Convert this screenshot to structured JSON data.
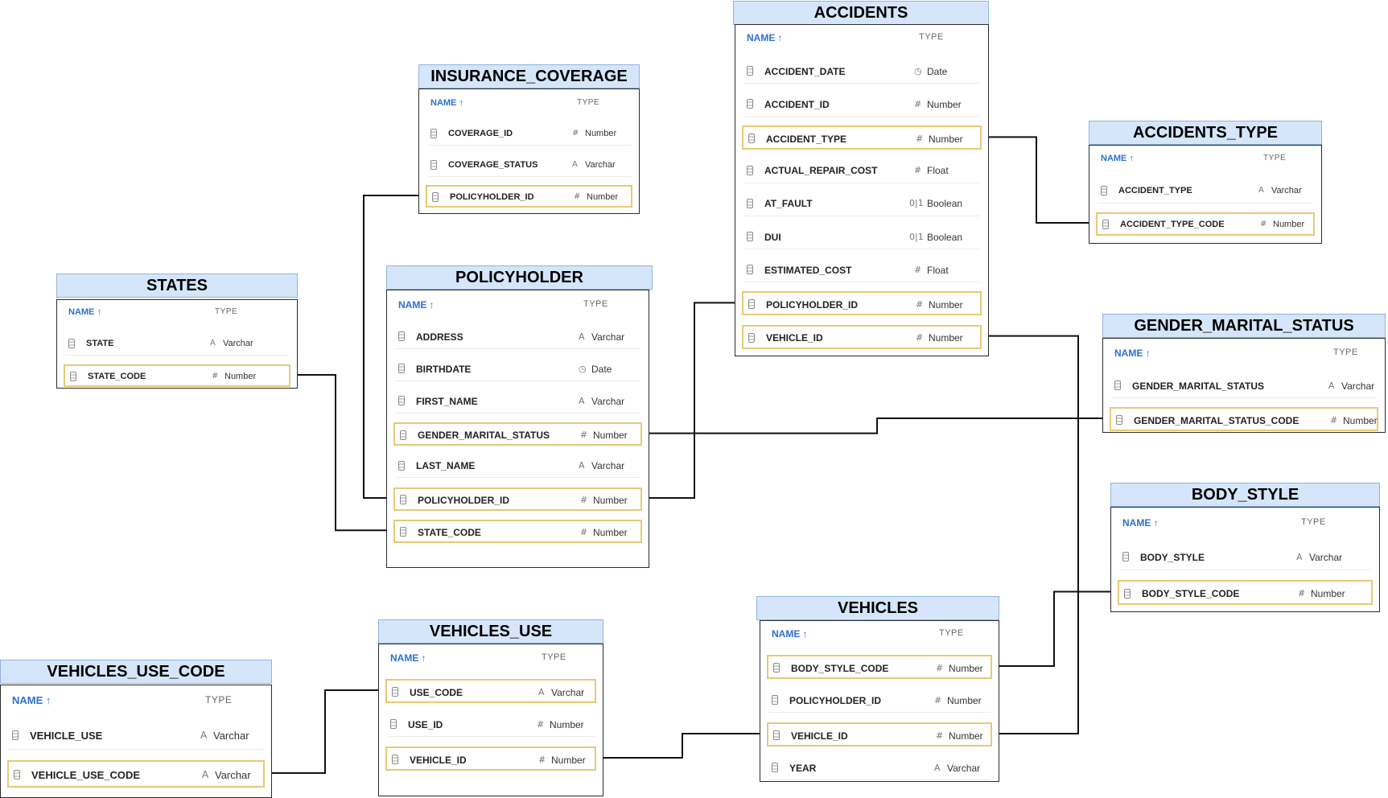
{
  "header_labels": {
    "name": "NAME ↑",
    "type": "TYPE"
  },
  "type_icons": {
    "Number": "#",
    "Varchar": "A",
    "Date": "◷",
    "Float": "#",
    "Boolean": "0|1"
  },
  "tables": [
    {
      "id": "ACCIDENTS",
      "title": "ACCIDENTS",
      "columns": [
        {
          "name": "ACCIDENT_DATE",
          "type": "Date",
          "key": false
        },
        {
          "name": "ACCIDENT_ID",
          "type": "Number",
          "key": false
        },
        {
          "name": "ACCIDENT_TYPE",
          "type": "Number",
          "key": true
        },
        {
          "name": "ACTUAL_REPAIR_COST",
          "type": "Float",
          "key": false
        },
        {
          "name": "AT_FAULT",
          "type": "Boolean",
          "key": false
        },
        {
          "name": "DUI",
          "type": "Boolean",
          "key": false
        },
        {
          "name": "ESTIMATED_COST",
          "type": "Float",
          "key": false
        },
        {
          "name": "POLICYHOLDER_ID",
          "type": "Number",
          "key": true
        },
        {
          "name": "VEHICLE_ID",
          "type": "Number",
          "key": true
        }
      ]
    },
    {
      "id": "INSURANCE_COVERAGE",
      "title": "INSURANCE_COVERAGE",
      "columns": [
        {
          "name": "COVERAGE_ID",
          "type": "Number",
          "key": false
        },
        {
          "name": "COVERAGE_STATUS",
          "type": "Varchar",
          "key": false
        },
        {
          "name": "POLICYHOLDER_ID",
          "type": "Number",
          "key": true
        }
      ]
    },
    {
      "id": "ACCIDENTS_TYPE",
      "title": "ACCIDENTS_TYPE",
      "columns": [
        {
          "name": "ACCIDENT_TYPE",
          "type": "Varchar",
          "key": false
        },
        {
          "name": "ACCIDENT_TYPE_CODE",
          "type": "Number",
          "key": true
        }
      ]
    },
    {
      "id": "STATES",
      "title": "STATES",
      "columns": [
        {
          "name": "STATE",
          "type": "Varchar",
          "key": false
        },
        {
          "name": "STATE_CODE",
          "type": "Number",
          "key": true
        }
      ]
    },
    {
      "id": "POLICYHOLDER",
      "title": "POLICYHOLDER",
      "columns": [
        {
          "name": "ADDRESS",
          "type": "Varchar",
          "key": false
        },
        {
          "name": "BIRTHDATE",
          "type": "Date",
          "key": false
        },
        {
          "name": "FIRST_NAME",
          "type": "Varchar",
          "key": false
        },
        {
          "name": "GENDER_MARITAL_STATUS",
          "type": "Number",
          "key": true
        },
        {
          "name": "LAST_NAME",
          "type": "Varchar",
          "key": false
        },
        {
          "name": "POLICYHOLDER_ID",
          "type": "Number",
          "key": true
        },
        {
          "name": "STATE_CODE",
          "type": "Number",
          "key": true
        }
      ]
    },
    {
      "id": "GENDER_MARITAL_STATUS",
      "title": "GENDER_MARITAL_STATUS",
      "columns": [
        {
          "name": "GENDER_MARITAL_STATUS",
          "type": "Varchar",
          "key": false
        },
        {
          "name": "GENDER_MARITAL_STATUS_CODE",
          "type": "Number",
          "key": true
        }
      ]
    },
    {
      "id": "BODY_STYLE",
      "title": "BODY_STYLE",
      "columns": [
        {
          "name": "BODY_STYLE",
          "type": "Varchar",
          "key": false
        },
        {
          "name": "BODY_STYLE_CODE",
          "type": "Number",
          "key": true
        }
      ]
    },
    {
      "id": "VEHICLES",
      "title": "VEHICLES",
      "columns": [
        {
          "name": "BODY_STYLE_CODE",
          "type": "Number",
          "key": true
        },
        {
          "name": "POLICYHOLDER_ID",
          "type": "Number",
          "key": false
        },
        {
          "name": "VEHICLE_ID",
          "type": "Number",
          "key": true
        },
        {
          "name": "YEAR",
          "type": "Varchar",
          "key": false
        }
      ]
    },
    {
      "id": "VEHICLES_USE",
      "title": "VEHICLES_USE",
      "columns": [
        {
          "name": "USE_CODE",
          "type": "Varchar",
          "key": true
        },
        {
          "name": "USE_ID",
          "type": "Number",
          "key": false
        },
        {
          "name": "VEHICLE_ID",
          "type": "Number",
          "key": true
        }
      ]
    },
    {
      "id": "VEHICLES_USE_CODE",
      "title": "VEHICLES_USE_CODE",
      "columns": [
        {
          "name": "VEHICLE_USE",
          "type": "Varchar",
          "key": false
        },
        {
          "name": "VEHICLE_USE_CODE",
          "type": "Varchar",
          "key": true
        }
      ]
    }
  ],
  "relationships": [
    {
      "from": "INSURANCE_COVERAGE.POLICYHOLDER_ID",
      "to": "POLICYHOLDER.POLICYHOLDER_ID"
    },
    {
      "from": "STATES.STATE_CODE",
      "to": "POLICYHOLDER.STATE_CODE"
    },
    {
      "from": "POLICYHOLDER.POLICYHOLDER_ID",
      "to": "ACCIDENTS.POLICYHOLDER_ID"
    },
    {
      "from": "ACCIDENTS.ACCIDENT_TYPE",
      "to": "ACCIDENTS_TYPE.ACCIDENT_TYPE_CODE"
    },
    {
      "from": "POLICYHOLDER.GENDER_MARITAL_STATUS",
      "to": "GENDER_MARITAL_STATUS.GENDER_MARITAL_STATUS_CODE"
    },
    {
      "from": "ACCIDENTS.VEHICLE_ID",
      "to": "VEHICLES.VEHICLE_ID"
    },
    {
      "from": "VEHICLES.BODY_STYLE_CODE",
      "to": "BODY_STYLE.BODY_STYLE_CODE"
    },
    {
      "from": "VEHICLES_USE.VEHICLE_ID",
      "to": "VEHICLES.VEHICLE_ID"
    },
    {
      "from": "VEHICLES_USE_CODE.VEHICLE_USE_CODE",
      "to": "VEHICLES_USE.USE_CODE"
    }
  ]
}
